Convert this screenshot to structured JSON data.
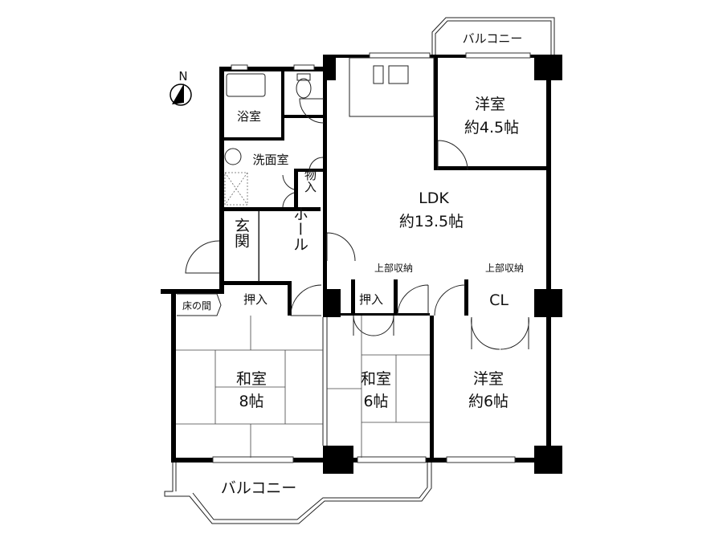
{
  "compass": {
    "label": "N"
  },
  "rooms": {
    "western_45": {
      "name": "洋室",
      "size": "約4.5帖"
    },
    "ldk": {
      "name": "LDK",
      "size": "約13.5帖"
    },
    "bath": {
      "name": "浴室"
    },
    "washroom": {
      "name": "洗面室"
    },
    "storage": {
      "name": "物入"
    },
    "entrance": {
      "name": "玄関"
    },
    "hall": {
      "name": "ホール"
    },
    "upper_storage_1": {
      "name": "上部収納"
    },
    "upper_storage_2": {
      "name": "上部収納"
    },
    "closet_1": {
      "name": "押入"
    },
    "closet_2": {
      "name": "押入"
    },
    "cl": {
      "name": "CL"
    },
    "tokonoma": {
      "name": "床の間"
    },
    "japanese_8": {
      "name": "和室",
      "size": "8帖"
    },
    "japanese_6": {
      "name": "和室",
      "size": "6帖"
    },
    "western_6": {
      "name": "洋室",
      "size": "約6帖"
    },
    "balcony_north": {
      "name": "バルコニー"
    },
    "balcony_south": {
      "name": "バルコニー"
    }
  }
}
